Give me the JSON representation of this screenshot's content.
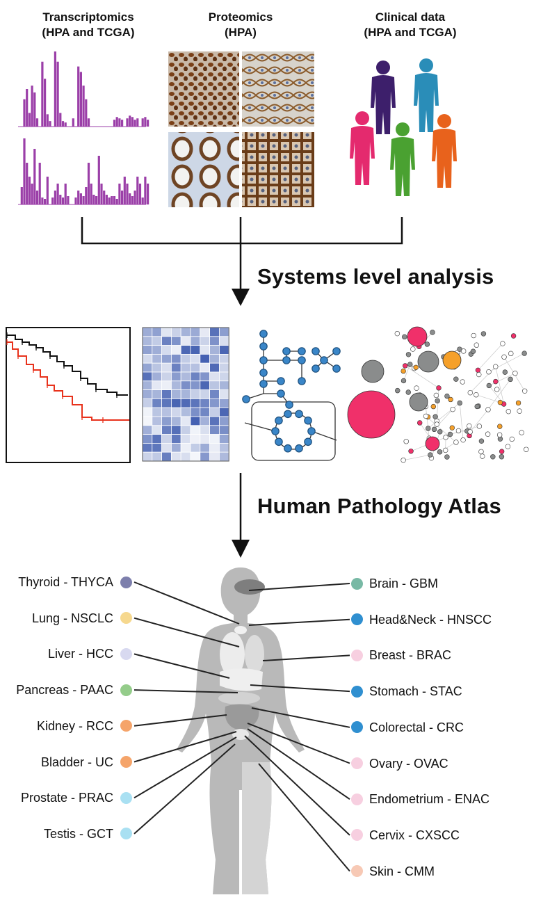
{
  "sources": {
    "transcriptomics": {
      "line1": "Transcriptomics",
      "line2": "(HPA and TCGA)"
    },
    "proteomics": {
      "line1": "Proteomics",
      "line2": "(HPA)"
    },
    "clinical": {
      "line1": "Clinical data",
      "line2": "(HPA and TCGA)"
    }
  },
  "stage1_label": "Systems level analysis",
  "stage2_label": "Human Pathology Atlas",
  "colors": {
    "transcript_bars": "#9b3fa8",
    "km_black": "#111111",
    "km_red": "#e8321c",
    "heatmap_blue": "#2e4ea8",
    "network_node": "#3a86c8",
    "bubble_pink": "#f0306a",
    "bubble_gray": "#8a8c8c",
    "bubble_orange": "#f5a02a",
    "body_dark": "#b8b8b8",
    "body_light": "#d6d6d6"
  },
  "people_colors": [
    "#3d1f6b",
    "#2a8db8",
    "#e42a6e",
    "#4aa131",
    "#e8621c"
  ],
  "cancers_left": [
    {
      "label": "Thyroid - THYCA",
      "color": "#7d7fac"
    },
    {
      "label": "Lung - NSCLC",
      "color": "#f6d88e"
    },
    {
      "label": "Liver - HCC",
      "color": "#d8d9f0"
    },
    {
      "label": "Pancreas - PAAC",
      "color": "#94cc8a"
    },
    {
      "label": "Kidney - RCC",
      "color": "#f5a46a"
    },
    {
      "label": "Bladder - UC",
      "color": "#f5a46a"
    },
    {
      "label": "Prostate - PRAC",
      "color": "#a9e0f2"
    },
    {
      "label": "Testis - GCT",
      "color": "#a9e0f2"
    }
  ],
  "cancers_right": [
    {
      "label": "Brain - GBM",
      "color": "#78b9a5"
    },
    {
      "label": "Head&Neck - HNSCC",
      "color": "#2f8fd0"
    },
    {
      "label": "Breast - BRAC",
      "color": "#f7cfe0"
    },
    {
      "label": "Stomach - STAC",
      "color": "#2f8fd0"
    },
    {
      "label": "Colorectal - CRC",
      "color": "#2f8fd0"
    },
    {
      "label": "Ovary - OVAC",
      "color": "#f7cfe0"
    },
    {
      "label": "Endometrium - ENAC",
      "color": "#f7cfe0"
    },
    {
      "label": "Cervix - CXSCC",
      "color": "#f7cfe0"
    },
    {
      "label": "Skin - CMM",
      "color": "#f7c9b5"
    }
  ]
}
